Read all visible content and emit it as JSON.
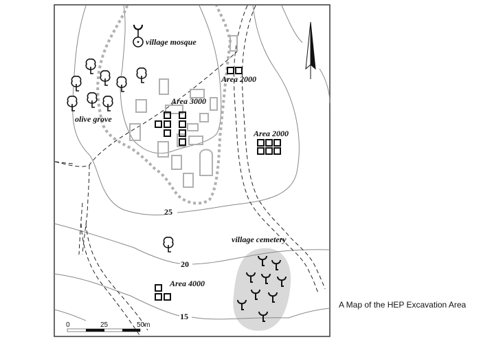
{
  "caption": "A Map of the HEP Excavation Area",
  "colors": {
    "frame": "#444444",
    "contour": "#888888",
    "boundary_dotted": "#b0b0b0",
    "ruin": "#b0b0b0",
    "excavation_square": "#111111",
    "cemetery_fill": "#d9d9d9",
    "road": "#222222"
  },
  "labels": {
    "village_mosque": "village mosque",
    "olive_grove": "olive grove",
    "area_3000": "Area 3000",
    "area_2000_north": "Area 2000",
    "area_2000_east": "Area 2000",
    "area_4000": "Area 4000",
    "village_cemetery": "village cemetery"
  },
  "contours": [
    "25",
    "20",
    "15"
  ],
  "scale_bar": {
    "ticks": [
      "0",
      "25",
      "50m"
    ]
  },
  "legend_icons": [
    "north-arrow",
    "mosque-symbol",
    "olive-tree-symbol",
    "cemetery-tree-symbol",
    "excavation-square",
    "ruin-outline"
  ]
}
